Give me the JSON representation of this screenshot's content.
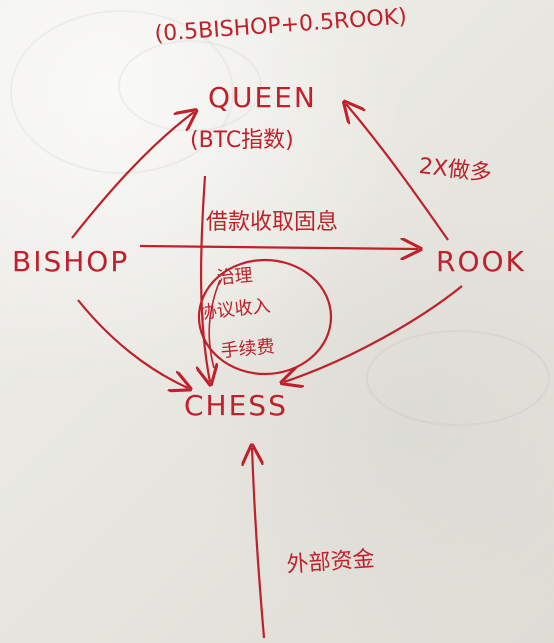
{
  "nodes": {
    "top_formula": "(0.5BISHOP+0.5ROOK)",
    "queen": "QUEEN",
    "queen_sub": "(BTC指数)",
    "bishop": "BISHOP",
    "rook": "ROOK",
    "chess": "CHESS"
  },
  "edges": {
    "rook_to_queen": "2X做多",
    "bishop_to_rook": "借款收取固息",
    "center_line_1": "治理",
    "center_line_2": "协议收入",
    "center_line_3": "手续费",
    "external_funds": "外部资金"
  },
  "colors": {
    "ink": "#c0202a",
    "paper": "#ecebe6"
  }
}
